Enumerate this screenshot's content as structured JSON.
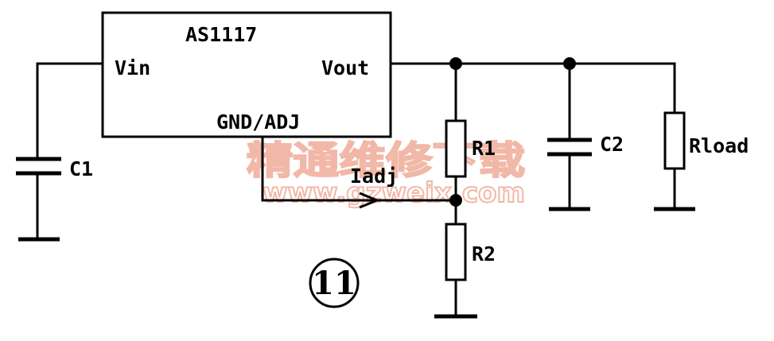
{
  "chip": {
    "name": "AS1117",
    "pin_in": "Vin",
    "pin_out": "Vout",
    "pin_adj": "GND/ADJ"
  },
  "components": {
    "c1": "C1",
    "c2": "C2",
    "r1": "R1",
    "r2": "R2",
    "rload": "Rload"
  },
  "current_label": "Iadj",
  "figure_number": "11",
  "watermark": {
    "chinese": "精通维修下载",
    "url": "www.gzweix.com"
  }
}
